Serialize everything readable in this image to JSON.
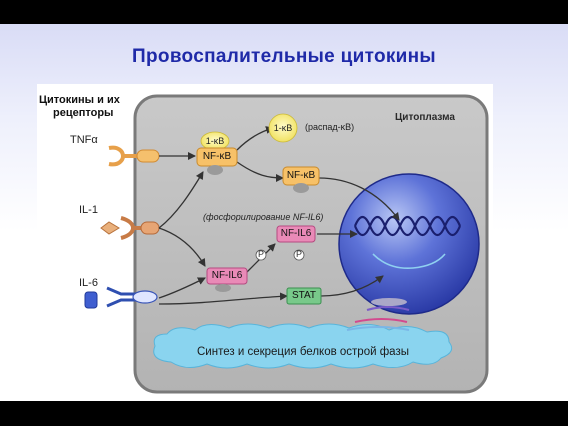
{
  "slide": {
    "title": "Провоспалительные цитокины"
  },
  "figure": {
    "legend_title_line1": "Цитокины и их",
    "legend_title_line2": "рецепторы",
    "receptors": [
      "TNFα",
      "IL-1",
      "IL-6"
    ],
    "compartment_label": "Цитоплазма",
    "nodes": {
      "ikb_small": "1-κB",
      "nfkb_complex": "NF-κB",
      "ikb_released": "1-κB",
      "degradation_label": "(распад-κB)",
      "nfkb_free": "NF-κB",
      "phosphorylation_label": "(фосфорилирование NF-IL6)",
      "nfil6_top": "NF-IL6",
      "nfil6_bottom": "NF-IL6",
      "stat": "STAT",
      "phospho_1": "P",
      "phospho_2": "P"
    },
    "synthesis_label": "Синтез и секреция белков острой фазы"
  },
  "colors": {
    "title": "#1f2aa8",
    "cell": "#bfbfbf",
    "nucleus": "#3f55c8",
    "ikb": "#f2e86a",
    "nfkb": "#f7c168",
    "nfil6": "#e98ab7",
    "stat": "#78c98a",
    "synthesis_cloud": "#8ad4ef"
  }
}
